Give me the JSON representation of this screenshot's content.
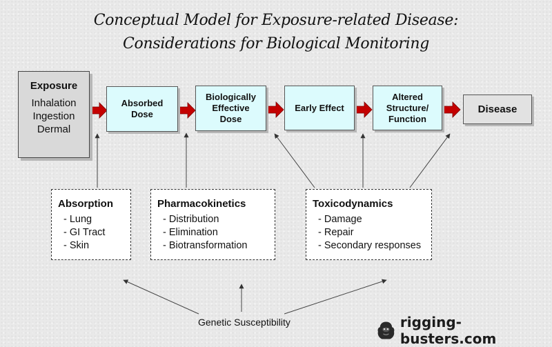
{
  "title": {
    "line1": "Conceptual Model for Exposure-related Disease:",
    "line2": "Considerations for Biological Monitoring"
  },
  "exposure": {
    "heading": "Exposure",
    "routes": [
      "Inhalation",
      "Ingestion",
      "Dermal"
    ]
  },
  "stages": {
    "absorbed_dose": [
      "Absorbed",
      "Dose"
    ],
    "biologically_effective_dose": [
      "Biologically",
      "Effective",
      "Dose"
    ],
    "early_effect": [
      "Early Effect"
    ],
    "altered_structure_function": [
      "Altered",
      "Structure/",
      "Function"
    ],
    "disease": "Disease"
  },
  "modifiers": {
    "absorption": {
      "heading": "Absorption",
      "items": [
        "- Lung",
        "- GI Tract",
        "- Skin"
      ]
    },
    "pharmacokinetics": {
      "heading": "Pharmacokinetics",
      "items": [
        "- Distribution",
        "- Elimination",
        "- Biotransformation"
      ]
    },
    "toxicodynamics": {
      "heading": "Toxicodynamics",
      "items": [
        "- Damage",
        "- Repair",
        "- Secondary responses"
      ]
    }
  },
  "genetic_susceptibility": "Genetic Susceptibility",
  "watermark": "rigging-busters.com",
  "colors": {
    "stage_fill": "#dcfbfd",
    "exposure_fill": "#d9d9d9",
    "disease_fill": "#e2e2e2",
    "flow_arrow": "#c40000",
    "background": "#e9e9e9"
  }
}
